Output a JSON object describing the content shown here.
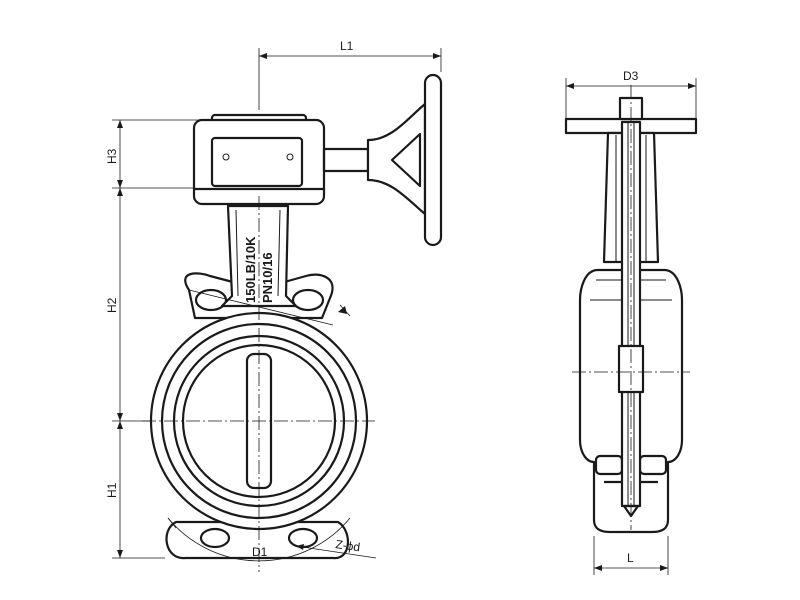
{
  "dimensions": {
    "l1": "L1",
    "h1": "H1",
    "h2": "H2",
    "h3": "H3",
    "d3": "D3",
    "l": "L",
    "d1": "D1",
    "bolt_holes": "Z-ϕd"
  },
  "body_markings": {
    "rating": "150LB/10K",
    "pressure": "PN10/16"
  }
}
